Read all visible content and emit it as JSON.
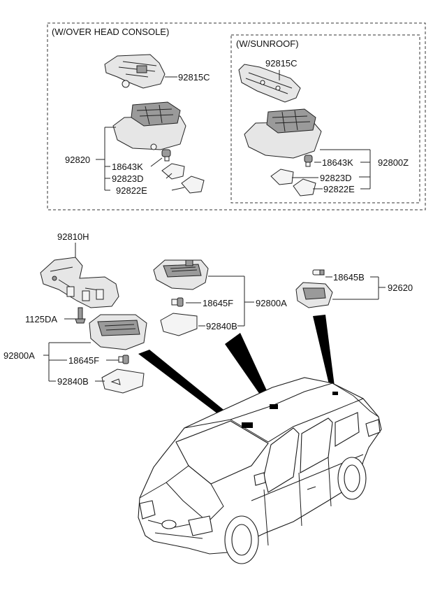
{
  "boxes": {
    "overhead_console": {
      "title": "(W/OVER HEAD CONSOLE)"
    },
    "sunroof": {
      "title": "(W/SUNROOF)"
    }
  },
  "labels": {
    "oc_92815C": "92815C",
    "oc_92820": "92820",
    "oc_18643K": "18643K",
    "oc_92823D": "92823D",
    "oc_92822E": "92822E",
    "sr_92815C": "92815C",
    "sr_18643K": "18643K",
    "sr_92800Z": "92800Z",
    "sr_92823D": "92823D",
    "sr_92822E": "92822E",
    "f_92810H": "92810H",
    "f_1125DA": "1125DA",
    "f_92800A": "92800A",
    "f_18645F": "18645F",
    "f_92840B": "92840B",
    "m_18645F": "18645F",
    "m_92800A": "92800A",
    "m_92840B": "92840B",
    "r_18645B": "18645B",
    "r_92620": "92620"
  }
}
